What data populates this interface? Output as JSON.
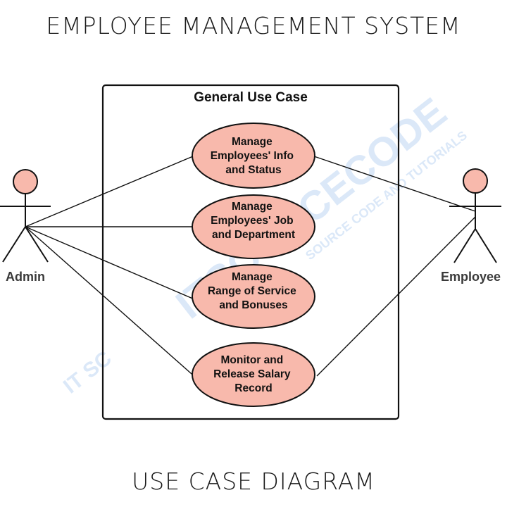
{
  "title": "EMPLOYEE MANAGEMENT SYSTEM",
  "subtitle": "USE CASE DIAGRAM",
  "boundary": {
    "label": "General Use Case"
  },
  "actors": {
    "admin": {
      "label": "Admin"
    },
    "employee": {
      "label": "Employee"
    }
  },
  "use_cases": [
    {
      "lines": [
        "Manage",
        "Employees' Info",
        "and Status"
      ]
    },
    {
      "lines": [
        "Manage",
        "Employees' Job",
        "and Department"
      ]
    },
    {
      "lines": [
        "Manage",
        "Range of Service",
        "and Bonuses"
      ]
    },
    {
      "lines": [
        "Monitor and",
        "Release Salary",
        "Record"
      ]
    }
  ],
  "watermark": {
    "main": "ITSOURCECODE",
    "tagline": "SOURCE CODE AND TUTORIALS",
    "logo": "IT SC"
  },
  "colors": {
    "use_case_fill": "#f8b9ac",
    "actor_head_fill": "#f8b9ac",
    "stroke": "#111111",
    "watermark": "#dbe8f8"
  }
}
